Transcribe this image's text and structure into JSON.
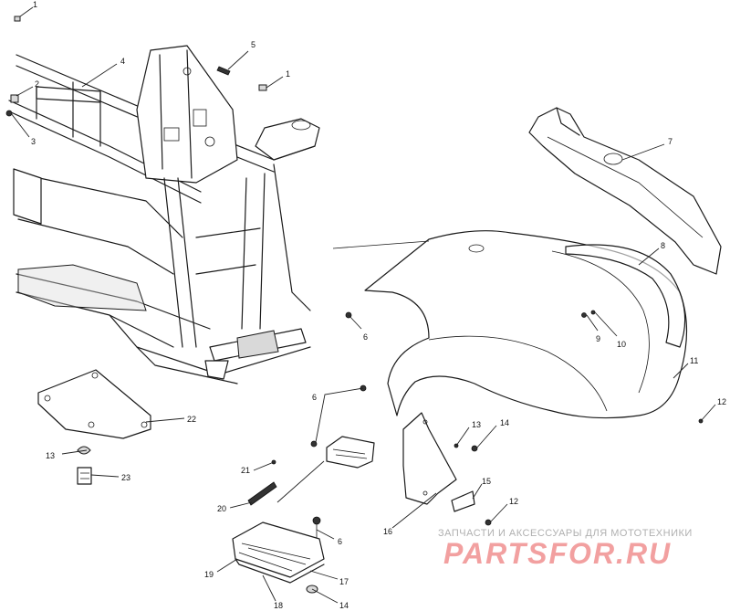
{
  "callouts": [
    "1",
    "5",
    "1",
    "4",
    "2",
    "3",
    "7",
    "8",
    "6",
    "9",
    "10",
    "11",
    "12",
    "22",
    "6",
    "13",
    "14",
    "13",
    "23",
    "21",
    "20",
    "15",
    "16",
    "12",
    "6",
    "19",
    "17",
    "18",
    "14"
  ],
  "watermark": {
    "caption": "ЗАПЧАСТИ И АКСЕССУАРЫ ДЛЯ МОТОТЕХНИКИ",
    "brand": "PARTSFOR.RU"
  }
}
